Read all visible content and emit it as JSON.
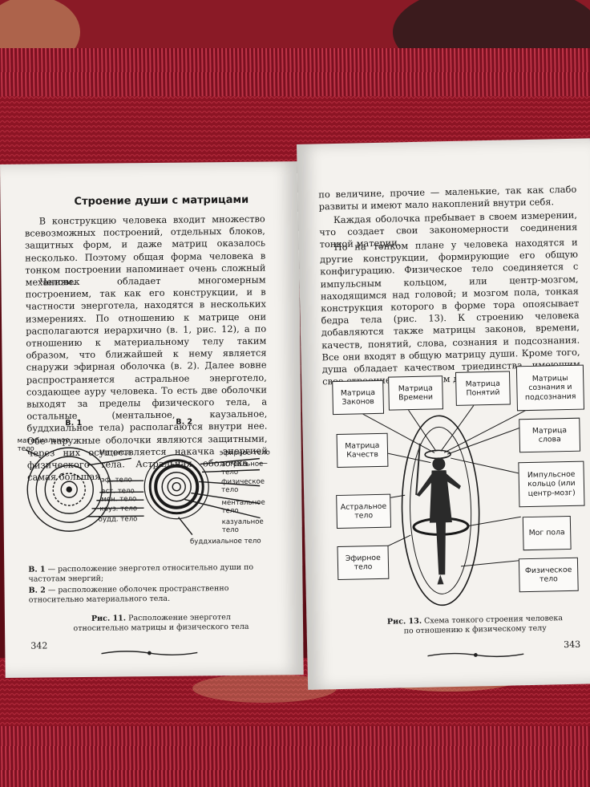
{
  "left_page": {
    "heading": "Строение души с матрицами",
    "paragraphs": [
      "В конструкцию человека входит множество всевозможных построений, отдельных блоков, защитных форм, и даже матриц оказалось несколько. Поэтому общая форма человека в тонком построении напоминает очень сложный механизм.",
      "Человек обладает многомерным построением, так как его конструкции, и в частности энерготела, находятся в нескольких измерениях. По отношению к матрице они располагаются иерархично (в. 1, рис. 12), а по отношению к материальному телу таким образом, что ближайшей к нему является снаружи эфирная оболочка (в. 2). Далее вовне распространяется астральное энерготело, создающее ауру человека. То есть две оболочки выходят за пределы физического тела, а остальные (ментальное, каузальное, буддхиальное тела) располагаются внутри нее. Обе наружные оболочки являются защитными, через них осуществляется накачка энергией физического тела. Астральная оболочка — самая большая"
    ],
    "diagram": {
      "v1_title": "В. 1",
      "v2_title": "В. 2",
      "v1_labels": [
        "материальное тело",
        "Матрица",
        "эф. тело",
        "аст. тело",
        "мен. тело",
        "кауз. тело",
        "будд. тело"
      ],
      "v2_labels": [
        "эфирное тело",
        "астральное тело",
        "физическое тело",
        "ментальное тело",
        "казуальное тело",
        "буддхиальное тело"
      ]
    },
    "legend": [
      {
        "key": "В. 1",
        "text": " — расположение энерготел относительно души по частотам энергий;"
      },
      {
        "key": "В. 2",
        "text": " — расположение оболочек пространственно относительно материального тела."
      }
    ],
    "caption_key": "Рис. 11.",
    "caption_text": " Расположение энерготел относительно матрицы и физического тела",
    "page_number": "342"
  },
  "right_page": {
    "paragraphs": [
      "по величине, прочие — маленькие, так как слабо развиты и имеют мало накоплений внутри себя.",
      "Каждая оболочка пребывает в своем измерении, что создает свои закономерности соединения тонкой материи.",
      "Но на тонком плане у человека находятся и другие конструкции, формирующие его общую конфигурацию. Физическое тело соединяется с импульсным кольцом, или центр-мозгом, находящимся над головой; и мозгом пола, тонкая конструкция которого в форме тора опоясывает бедра тела (рис. 13). К строению человека добавляются также матрицы законов, времени, качеств, понятий, слова, сознания и подсознания. Все они входят в общую матрицу души. Кроме того, душа обладает качеством триединства, имеющим свое строение и механизм действия."
    ],
    "boxes": {
      "zakonov": "Матрица Законов",
      "vremeni": "Матрица Времени",
      "ponyatiy": "Матрица Понятий",
      "soznaniya": "Матрицы сознания и подсознания",
      "slova": "Матрица слова",
      "kachestv": "Матрица Качеств",
      "impuls": "Импульсное кольцо (или центр-мозг)",
      "astral": "Астральное тело",
      "mog": "Мог пола",
      "efir": "Эфирное тело",
      "fiz": "Физическое тело"
    },
    "caption_key": "Рис. 13.",
    "caption_text": " Схема тонкого строения человека по отношению к физическому телу",
    "page_number": "343"
  },
  "colors": {
    "page": "#f4f2ee",
    "cloth": "#8c1424",
    "ink": "#1a1a1a"
  }
}
